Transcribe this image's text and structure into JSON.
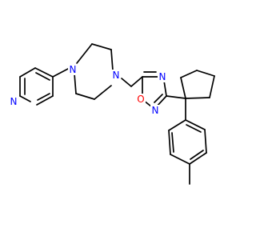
{
  "molecule": {
    "atom_labels": {
      "n_pyridine": "N",
      "n_piperazine_1": "N",
      "n_piperazine_2": "N",
      "n_oxadiazole_1": "N",
      "n_oxadiazole_2": "N",
      "o_oxadiazole": "O"
    },
    "colors": {
      "bond": "#000000",
      "nitrogen": "#0000ff",
      "oxygen": "#ff0000"
    }
  }
}
